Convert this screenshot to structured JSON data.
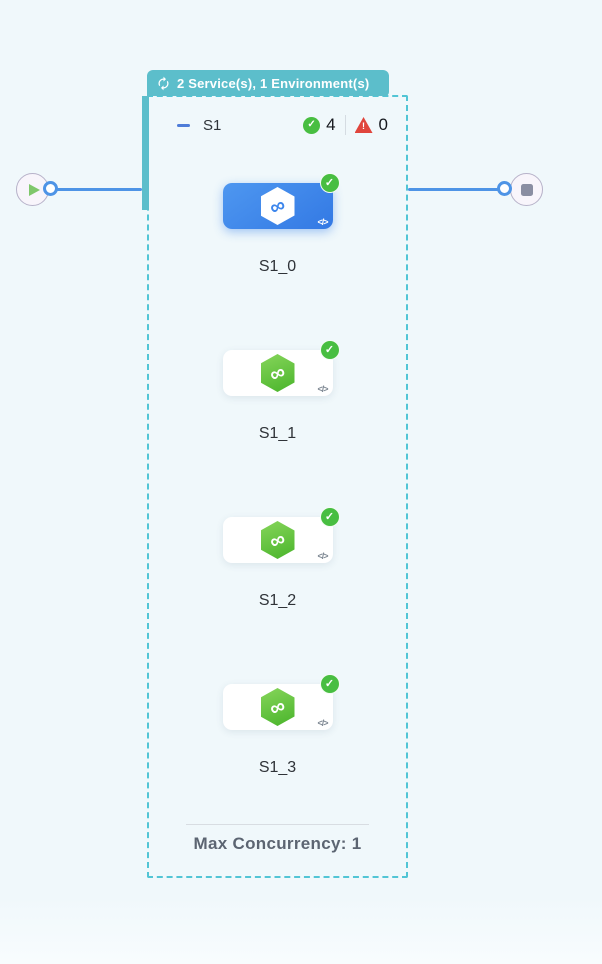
{
  "canvas": {
    "background": "#F0F8FB"
  },
  "header_badge": {
    "label": "2 Service(s), 1 Environment(s)",
    "icon": "sync-icon",
    "background": "#5CBECB",
    "text_color": "#FFFFFF"
  },
  "group": {
    "name": "S1",
    "success_count": "4",
    "error_count": "0",
    "border_color": "#52C5D5"
  },
  "glyphs": {
    "check": "✓",
    "warning": "!",
    "infinity": "∞",
    "code": "</>"
  },
  "nodes": [
    {
      "label": "S1_0",
      "status": "succeeded",
      "selected": true
    },
    {
      "label": "S1_1",
      "status": "succeeded",
      "selected": false
    },
    {
      "label": "S1_2",
      "status": "succeeded",
      "selected": false
    },
    {
      "label": "S1_3",
      "status": "succeeded",
      "selected": false
    }
  ],
  "footer": {
    "label": "Max Concurrency: 1"
  },
  "colors": {
    "selected_node_blue": "#3D86EC",
    "node_hexagon_green": "#55BC35",
    "edge_blue": "#4E94E6",
    "success_green": "#48BE41",
    "error_red": "#E0453C",
    "badge_teal": "#5CBECB"
  }
}
